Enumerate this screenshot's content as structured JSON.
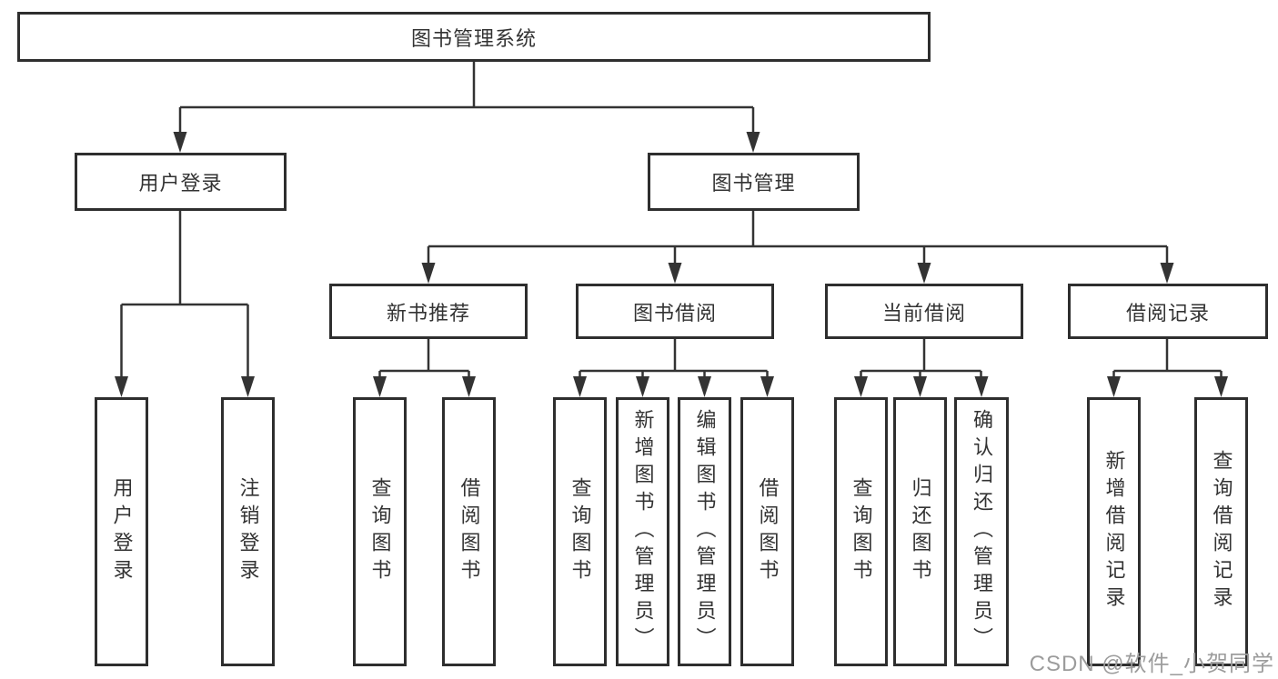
{
  "page": {
    "background_color": "#ffffff",
    "box_border_color": "#2e2e2e",
    "connector_color": "#333333",
    "text_color": "#333333",
    "watermark_color": "#9c9c9c"
  },
  "diagram": {
    "root": {
      "label": "图书管理系统"
    },
    "branches": [
      {
        "label": "用户登录",
        "leaves": [
          {
            "label": "用户登录"
          },
          {
            "label": "注销登录"
          }
        ]
      },
      {
        "label": "图书管理",
        "groups": [
          {
            "label": "新书推荐",
            "leaves": [
              {
                "label": "查询图书"
              },
              {
                "label": "借阅图书"
              }
            ]
          },
          {
            "label": "图书借阅",
            "leaves": [
              {
                "label": "查询图书"
              },
              {
                "label": "新增图书（管理员）"
              },
              {
                "label": "编辑图书（管理员）"
              },
              {
                "label": "借阅图书"
              }
            ]
          },
          {
            "label": "当前借阅",
            "leaves": [
              {
                "label": "查询图书"
              },
              {
                "label": "归还图书"
              },
              {
                "label": "确认归还（管理员）"
              }
            ]
          },
          {
            "label": "借阅记录",
            "leaves": [
              {
                "label": "新增借阅记录"
              },
              {
                "label": "查询借阅记录"
              }
            ]
          }
        ]
      }
    ]
  },
  "watermark": {
    "text": "CSDN @软件_小贺同学"
  }
}
